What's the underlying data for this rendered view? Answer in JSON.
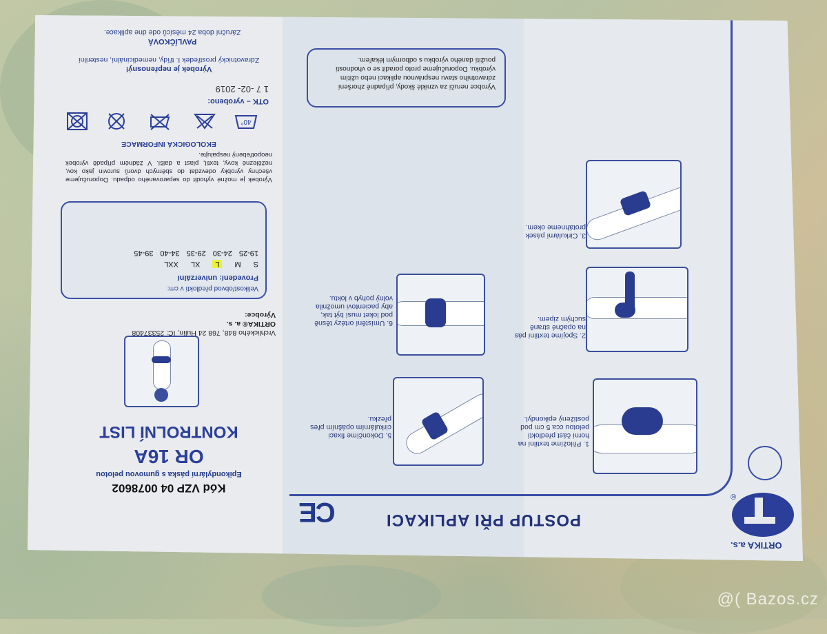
{
  "left_panel": {
    "title": "KONTROLNÍ LIST",
    "product": "OR 16A",
    "desc": "Epikondylární páska s gumovou pelotou",
    "code": "Kód VZP 04 0078602",
    "maker_label": "Výrobce:",
    "maker_name": "ORTIKA® a. s.",
    "maker_address": "Vrchlického 848, 768 24 Hulín, IČ: 25337408",
    "size_heading": "Velikost/obvod předloktí v cm:",
    "variant": "Provedení: univerzální",
    "sizes": [
      "S",
      "M",
      "L",
      "XL",
      "XXL"
    ],
    "ranges": [
      "19-25",
      "24-30",
      "29-35",
      "34-40",
      "39-45"
    ],
    "eco_title": "EKOLOGICKÁ INFORMACE",
    "eco_text": "Výrobek je možné vyhodit do separovaného odpadu. Doporučujeme všechny výrobky odevzdat do sběrných dvorů surovin jako kov, nežělezné kovy, textil, plast a další. V žádném případě výrobek neopotřebený nespalujte.",
    "otk_label": "OTK – vyrobeno:",
    "otk_date": "1 7 -02- 2019",
    "class_text": "Zdravotnický prostředek I. třídy, nemedicinální, nesterilní",
    "nonportable": "Výrobek je nepřenosný!",
    "warranty": "Záruční doba 24 měsíců ode dne aplikace.",
    "signature": "PAVLÍČKOVÁ",
    "wash_temp": "40°"
  },
  "mid_panel": {
    "disclaimer": "Výrobce neručí za vzniklé škody, případně zhoršení zdravotního stavu nesprávnou aplikací nebo užitím výrobku. Doporučujeme proto poradit se o vhodnosti použití daného výrobku s odborným lékařem.",
    "step5": "5. Dokončíme fixaci cirkulárním opášním přes přezku.",
    "step6": "6. Umístění ortézy těsně pod loket musí být tak, aby pacientovi umožnila volný pohyb v loktu.",
    "ce_mark": "CE",
    "heading": "POSTUP PŘI APLIKACI"
  },
  "right_panel": {
    "step1": "1. Přiložíme textilní na horní část předloktí pelotou cca 5 cm pod postižený epikondyl.",
    "step2": "2. Spojíme textilní pás na opačné straně suchým zipem.",
    "step3": "3. Cirkulární pásek protáhneme okem.",
    "brand": "ORTIKA a.s.",
    "logo_mark": "®"
  },
  "watermark": "@( Bazos.cz",
  "colors": {
    "ink": "#2b3f9a",
    "paper": "#e6eaee",
    "highlight": "#e8f23a"
  }
}
